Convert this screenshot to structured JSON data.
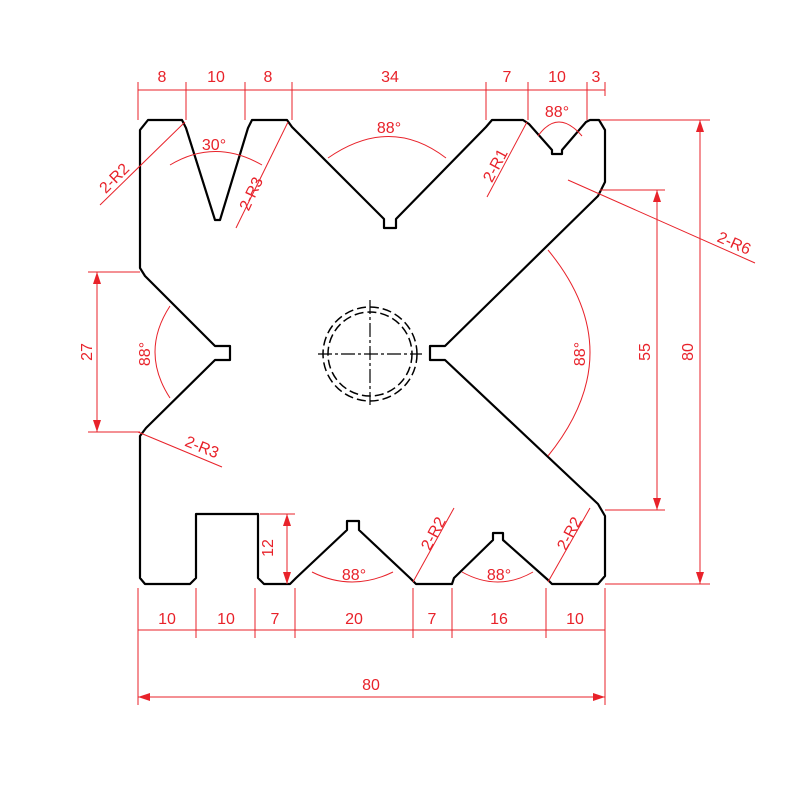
{
  "colors": {
    "dimension": "#e8222a",
    "outline": "#000000",
    "background": "#ffffff"
  },
  "dims": {
    "top": [
      "8",
      "10",
      "8",
      "34",
      "7",
      "10",
      "3"
    ],
    "bottom": [
      "10",
      "10",
      "7",
      "20",
      "7",
      "16",
      "10"
    ],
    "overall_width": "80",
    "left_27": "27",
    "right_55": "55",
    "right_80": "80",
    "slot_height": "12"
  },
  "angles": {
    "top_small_v": "30°",
    "top_big_v": "88°",
    "top_right_v": "88°",
    "left_v": "88°",
    "right_v": "88°",
    "bottom_mid_v": "88°",
    "bottom_right_v": "88°"
  },
  "radii": {
    "top_left": "2-R2",
    "top_v_small": "2-R3",
    "top_right_v": "2-R1",
    "right_corner": "2-R6",
    "left_lower": "2-R3",
    "bottom_mid": "2-R2",
    "bottom_right": "2-R2"
  }
}
